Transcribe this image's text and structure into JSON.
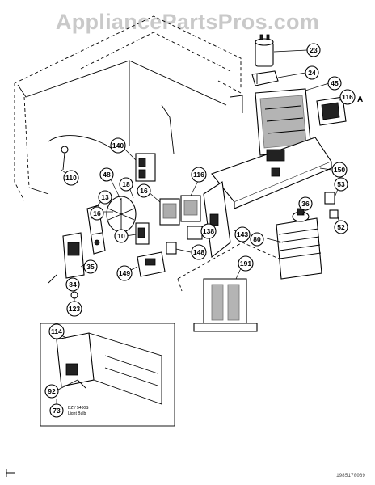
{
  "watermark": "AppliancePartsPros.com",
  "callouts": [
    {
      "id": "c23",
      "label": "23"
    },
    {
      "id": "c24",
      "label": "24"
    },
    {
      "id": "c45",
      "label": "45"
    },
    {
      "id": "c116a",
      "label": "116"
    },
    {
      "id": "c140",
      "label": "140"
    },
    {
      "id": "c110",
      "label": "110"
    },
    {
      "id": "c48",
      "label": "48"
    },
    {
      "id": "c18",
      "label": "18"
    },
    {
      "id": "c16a",
      "label": "16"
    },
    {
      "id": "c116b",
      "label": "116"
    },
    {
      "id": "c150",
      "label": "150"
    },
    {
      "id": "c13",
      "label": "13"
    },
    {
      "id": "c16b",
      "label": "16"
    },
    {
      "id": "c10",
      "label": "10"
    },
    {
      "id": "c53",
      "label": "53"
    },
    {
      "id": "c36",
      "label": "36"
    },
    {
      "id": "c52",
      "label": "52"
    },
    {
      "id": "c138",
      "label": "138"
    },
    {
      "id": "c143",
      "label": "143"
    },
    {
      "id": "c80",
      "label": "80"
    },
    {
      "id": "c35",
      "label": "35"
    },
    {
      "id": "c84",
      "label": "84"
    },
    {
      "id": "c149",
      "label": "149"
    },
    {
      "id": "c148",
      "label": "148"
    },
    {
      "id": "c191",
      "label": "191"
    },
    {
      "id": "c123",
      "label": "123"
    },
    {
      "id": "c114",
      "label": "114"
    },
    {
      "id": "c92",
      "label": "92"
    },
    {
      "id": "c73",
      "label": "73"
    }
  ],
  "tag_letter": "A",
  "inset_note_1": "BZY 5400S",
  "inset_note_2": "Light Bulb",
  "footer_code": "1985170069"
}
